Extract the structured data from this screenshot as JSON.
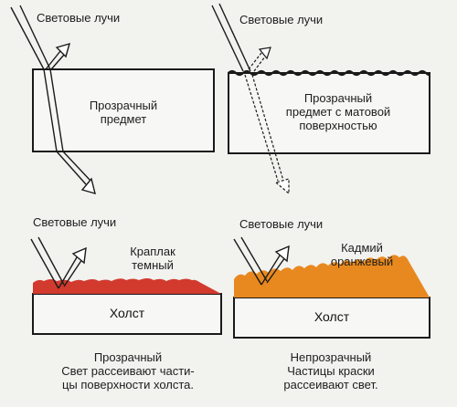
{
  "panels": {
    "top_left": {
      "rays_label": "Световые лучи",
      "object_label": "Прозрачный\nпредмет"
    },
    "top_right": {
      "rays_label": "Световые лучи",
      "object_label": "Прозрачный\nпредмет с матовой\nповерхностью"
    },
    "bottom_left": {
      "rays_label": "Световые лучи",
      "paint_label": "Краплак\nтемный",
      "canvas_label": "Холст",
      "caption": "Прозрачный\nСвет рассеивают части-\nцы поверхности холста.",
      "paint_color": "#d23a2e"
    },
    "bottom_right": {
      "rays_label": "Световые лучи",
      "paint_label": "Кадмий\nоранжевый",
      "canvas_label": "Холст",
      "caption": "Непрозрачный\nЧастицы краски\nрассеивают свет.",
      "paint_color": "#e8891f"
    }
  },
  "colors": {
    "background": "#f2f2ef",
    "line": "#1a1a1a",
    "box_fill": "#f7f7f5"
  }
}
